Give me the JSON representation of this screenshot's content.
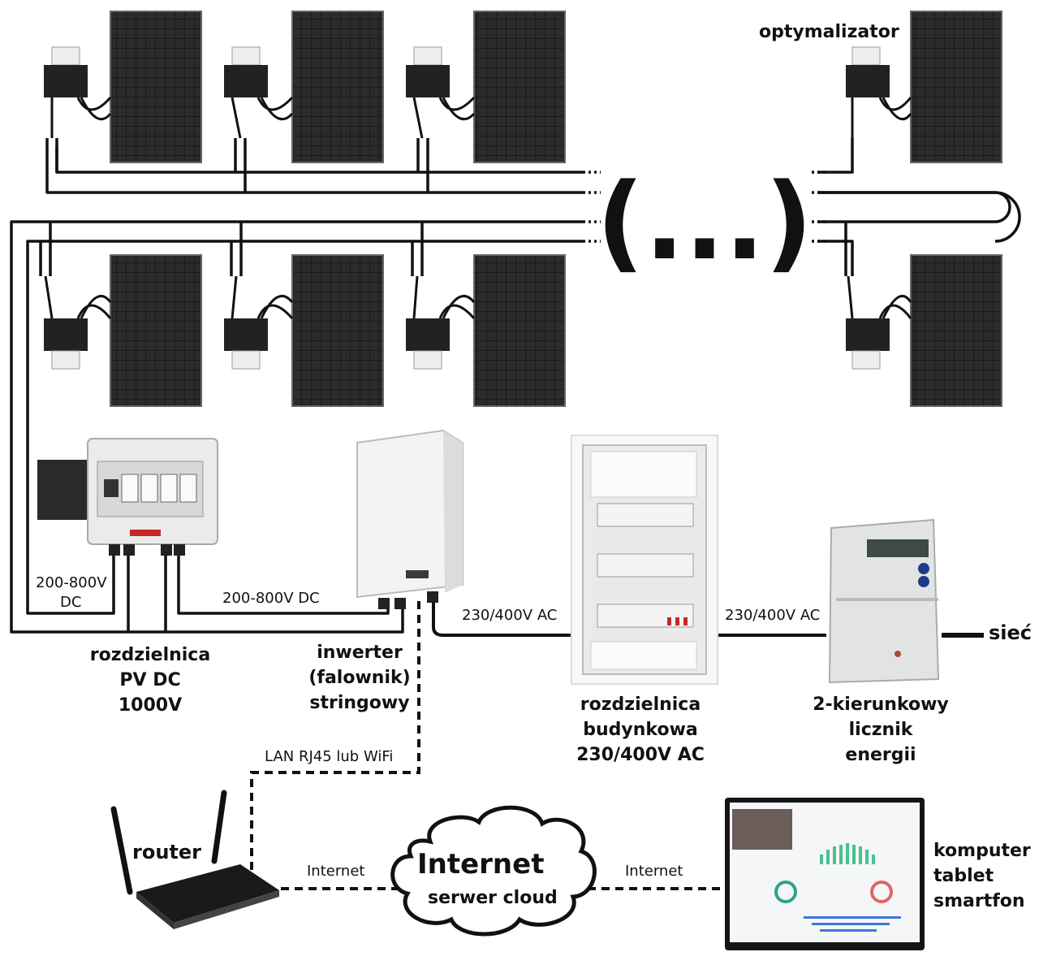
{
  "labels": {
    "optimizer": "optymalizator",
    "ellipsis": "(...)",
    "dc_left_1": "200-800V",
    "dc_left_2": "DC",
    "dc_mid": "200-800V DC",
    "ac_1": "230/400V AC",
    "ac_2": "230/400V AC",
    "grid": "sieć",
    "lan": "LAN RJ45 lub WiFi",
    "internet_left": "Internet",
    "internet_right": "Internet"
  },
  "components": {
    "dc_box": [
      "rozdzielnica",
      "PV DC",
      "1000V"
    ],
    "inverter": [
      "inwerter",
      "(falownik)",
      "stringowy"
    ],
    "building_board": [
      "rozdzielnica",
      "budynkowa",
      "230/400V AC"
    ],
    "meter": [
      "2-kierunkowy",
      "licznik",
      "energii"
    ],
    "router": "router",
    "cloud": {
      "title": "Internet",
      "subtitle": "serwer cloud"
    },
    "devices": [
      "komputer",
      "tablet",
      "smartfon"
    ]
  }
}
